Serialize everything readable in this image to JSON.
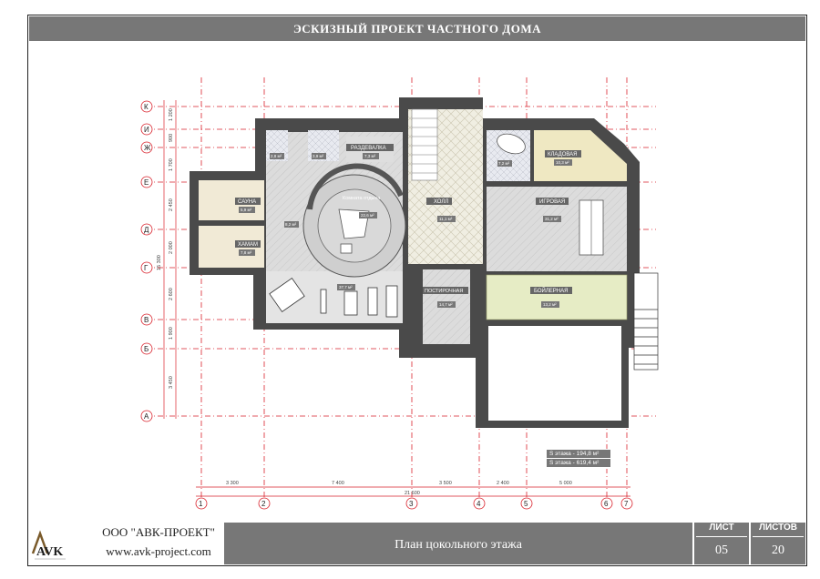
{
  "header": {
    "title": "ЭСКИЗНЫЙ ПРОЕКТ ЧАСТНОГО ДОМА"
  },
  "rooms": {
    "sauna": {
      "label": "САУНА",
      "area": "5,9 м²"
    },
    "hamam": {
      "label": "ХАМАМ",
      "area": "7,8 м²"
    },
    "dressing": {
      "label": "РАЗДЕВАЛКА",
      "area": "7,3 м²"
    },
    "lounge": {
      "label": "Комната отдыха",
      "area": "22,6 м²"
    },
    "hall": {
      "label": "ХОЛЛ",
      "area": "11,1 м²"
    },
    "storage": {
      "label": "КЛАДОВАЯ",
      "area": "10,3 м²"
    },
    "playroom": {
      "label": "ИГРОВАЯ",
      "area": "31,2 м²"
    },
    "laundry": {
      "label": "ПОСТИРОЧНАЯ",
      "area": "14,7 м²"
    },
    "boiler": {
      "label": "БОЙЛЕРНАЯ",
      "area": "13,2 м²"
    },
    "gym": {
      "area": "37,7 м²"
    },
    "wc1": {
      "area": "2,8 м²"
    },
    "wc2": {
      "area": "3,9 м²"
    },
    "wc3": {
      "area": "7,2 м²"
    },
    "corridor": {
      "area": "8,2 м²"
    }
  },
  "axes": {
    "letters": [
      "К",
      "И",
      "Ж",
      "Е",
      "Д",
      "Г",
      "В",
      "Б",
      "А"
    ],
    "numbers": [
      "1",
      "2",
      "3",
      "4",
      "5",
      "6",
      "7"
    ]
  },
  "dimensions": {
    "vertical": [
      "1 200",
      "900",
      "1 700",
      "2 450",
      "2 000",
      "2 600",
      "1 900",
      "3 450"
    ],
    "vertical_total": "15 300",
    "horizontal": [
      "3 300",
      "7 400",
      "3 500",
      "2 400",
      "5 000"
    ],
    "horizontal_total": "21 600"
  },
  "area_note": {
    "floor": "S этажа - 194,8 м²",
    "total": "S этажа - 619,4 м²"
  },
  "stamp": {
    "logo_text": "AVK",
    "company": "ООО \"АВК-ПРОЕКТ\"",
    "website": "www.avk-project.com",
    "sheet_name": "План цокольного этажа",
    "sheet_label": "ЛИСТ",
    "sheet_number": "05",
    "sheets_label": "ЛИСТОВ",
    "sheets_total": "20"
  },
  "colors": {
    "wall": "#4a4a4a",
    "axis_red": "#d9212b",
    "banner": "#777777",
    "boiler_fill": "#e6ecc5",
    "storage_fill": "#efe8c2",
    "sauna_fill": "#f1ead6"
  }
}
